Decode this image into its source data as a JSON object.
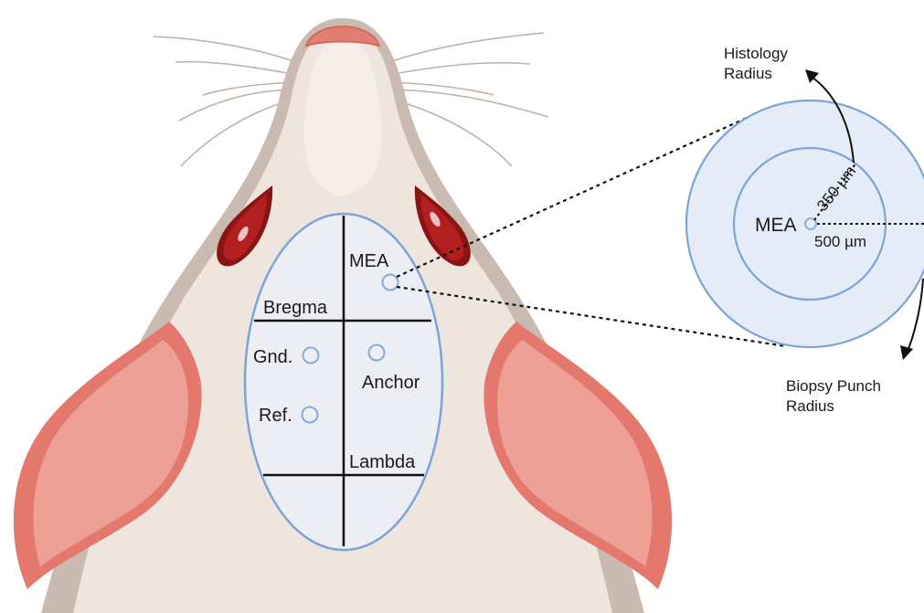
{
  "skull_labels": {
    "mea": "MEA",
    "bregma": "Bregma",
    "gnd": "Gnd.",
    "anchor": "Anchor",
    "ref": "Ref.",
    "lambda": "Lambda"
  },
  "zoom_inset": {
    "histology_radius": [
      "Histology",
      "Radius"
    ],
    "biopsy_punch_radius": [
      "Biopsy Punch",
      "Radius"
    ],
    "mea": "MEA",
    "inner_radius_value": "350 µm",
    "outer_radius_value": "500 µm"
  },
  "colors": {
    "fur": "#ede5de",
    "fur_shadow": "#c9bbb1",
    "ear_outer": "#e4786c",
    "ear_inner": "#ee9f96",
    "nose": "#e47d71",
    "eye": "#b31e1e",
    "skull_fill": "#eceef3",
    "skull_stroke": "#7ea4d6",
    "circle_stroke": "#84a9dc",
    "inset_fill": "#e5ecf8",
    "inset_stroke": "#7ea4d6",
    "line": "#111111",
    "text": "#1a1a1a"
  },
  "icons": [
    "rat-head-illustration",
    "electrode-circle-icon"
  ]
}
